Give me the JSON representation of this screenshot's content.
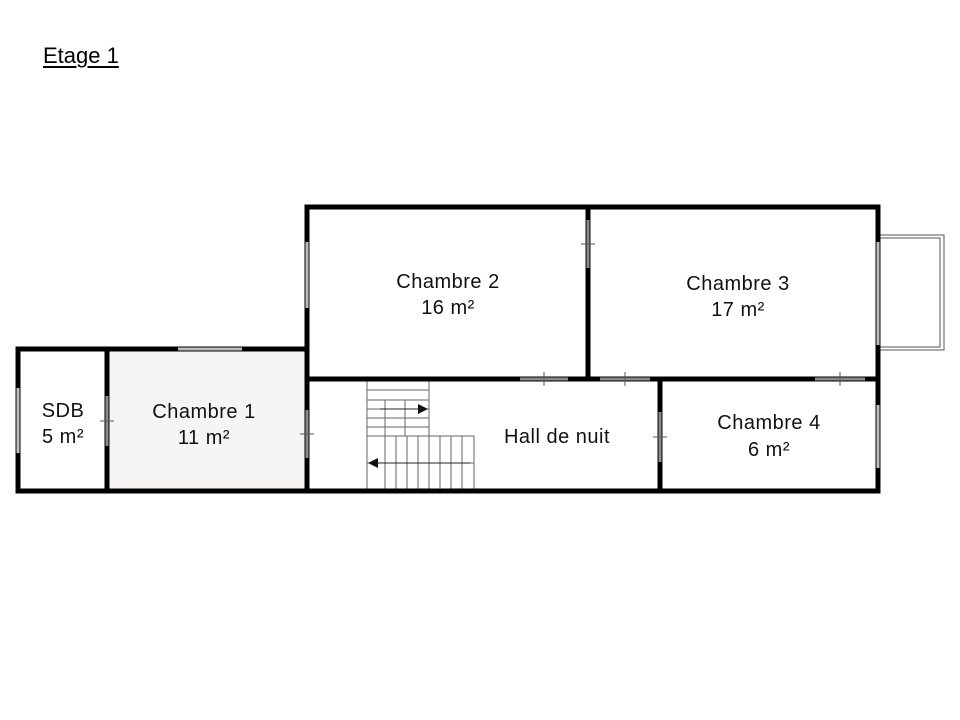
{
  "floor": {
    "title": "Etage 1"
  },
  "rooms": [
    {
      "name": "SDB",
      "area": "5 m²"
    },
    {
      "name": "Chambre 1",
      "area": "11 m²"
    },
    {
      "name": "Chambre 2",
      "area": "16 m²"
    },
    {
      "name": "Chambre 3",
      "area": "17 m²"
    },
    {
      "name": "Hall de nuit",
      "area": ""
    },
    {
      "name": "Chambre 4",
      "area": "6 m²"
    }
  ],
  "colors": {
    "wall": "#000000",
    "highlighted_room_fill": "#f6f5f3",
    "background": "#ffffff"
  }
}
